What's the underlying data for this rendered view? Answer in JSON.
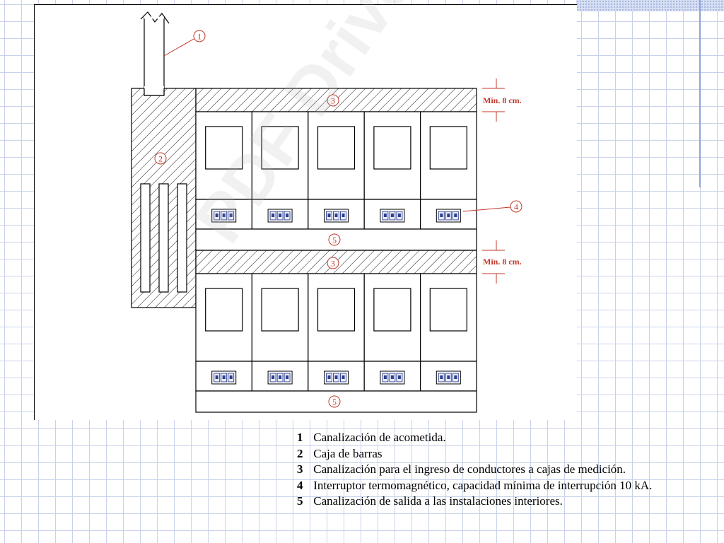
{
  "drawing": {
    "callouts": {
      "acometida": "1",
      "caja_barras": "2",
      "canalizacion_ingreso_top": "3",
      "canalizacion_ingreso_bottom": "3",
      "interruptor": "4",
      "canalizacion_salida_top": "5",
      "canalizacion_salida_bottom": "5"
    },
    "dimension_top": "Mín. 8 cm.",
    "dimension_bottom": "Mín. 8 cm."
  },
  "legend": [
    {
      "num": "1",
      "text": "Canalización de acometida."
    },
    {
      "num": "2",
      "text": "Caja de barras"
    },
    {
      "num": "3",
      "text": "Canalización para el ingreso de conductores a cajas de medición."
    },
    {
      "num": "4",
      "text": "Interruptor termomagnético, capacidad mínima de interrupción 10 kA."
    },
    {
      "num": "5",
      "text": "Canalización de salida a las instalaciones interiores."
    }
  ],
  "watermark_text": "PDF Driver Trial",
  "colors": {
    "line": "#000000",
    "callout": "#c0392b",
    "grid": "#c9d2ea",
    "breaker": "#2c3e8f"
  }
}
